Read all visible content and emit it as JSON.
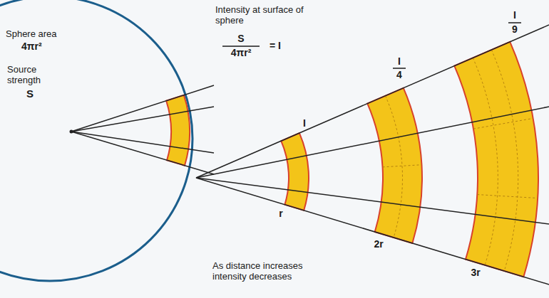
{
  "diagram": {
    "labels": [
      "Sphere area",
      "4πr²",
      "Source strength",
      "S",
      "Intensity at surface of sphere",
      "S",
      "4πr²",
      "= I",
      "I",
      "I",
      "4",
      "I",
      "9",
      "r",
      "2r",
      "3r",
      "As distance increases intensity decreases"
    ]
  }
}
